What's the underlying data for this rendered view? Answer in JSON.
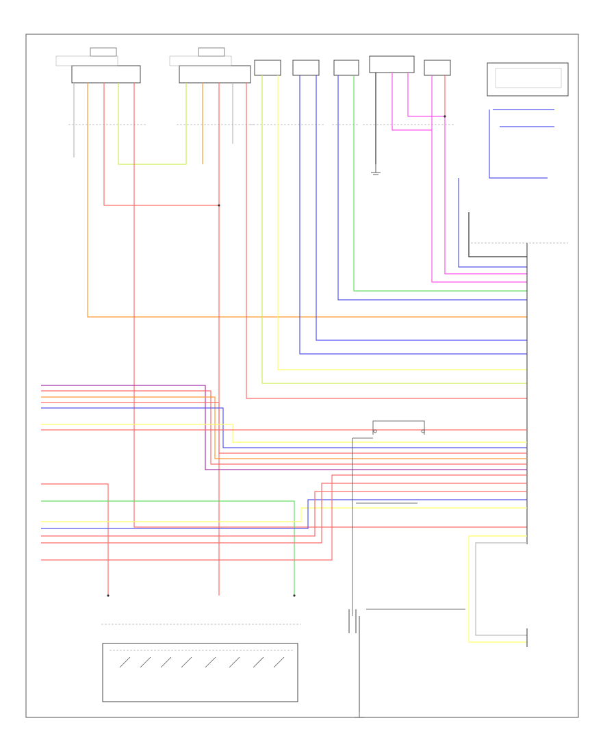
{
  "diagram": {
    "page_code": "",
    "components": [
      {
        "id": "right-seat-heater-module",
        "label": ""
      },
      {
        "id": "left-seat-heater-module",
        "label": ""
      },
      {
        "id": "right-front-sensor",
        "label": ""
      },
      {
        "id": "left-front-sensor",
        "label": ""
      },
      {
        "id": "center-sensor-1",
        "label": ""
      },
      {
        "id": "lin-bus-module",
        "label": ""
      },
      {
        "id": "center-sensor-2",
        "label": ""
      },
      {
        "id": "fuse-block-box",
        "label": ""
      },
      {
        "id": "right-side-connector",
        "label": ""
      },
      {
        "id": "main-module-connector",
        "label": ""
      },
      {
        "id": "ground-point-1",
        "label": ""
      },
      {
        "id": "ground-point-2",
        "label": ""
      },
      {
        "id": "audio-control-switch",
        "label": ""
      },
      {
        "id": "steering-column-harness",
        "label": ""
      },
      {
        "id": "lower-right-connector",
        "label": ""
      },
      {
        "id": "switch-cluster-connector",
        "label": ""
      }
    ],
    "wire_colors": {
      "red": "#ff6b6b",
      "orange": "#ff9933",
      "yellow": "#ffff66",
      "green": "#66dd66",
      "lime": "#ccee55",
      "blue": "#5555ee",
      "purple": "#aa33aa",
      "pink": "#ff55ee",
      "gray": "#bbbbbb",
      "black": "#333333"
    }
  }
}
